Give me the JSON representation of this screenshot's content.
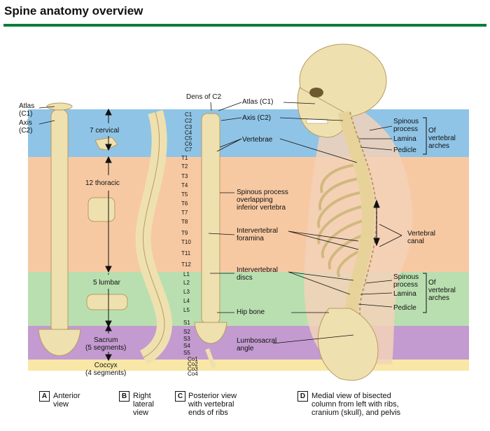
{
  "title": "Spine anatomy overview",
  "colors": {
    "title_rule": "#0a7d3b",
    "cervical_band": "#8fc4e6",
    "thoracic_band": "#f7c9a3",
    "lumbar_band": "#b9dfb0",
    "sacrum_band": "#c39bd0",
    "coccyx_band": "#f8e7a6",
    "bone": "#efe0b0",
    "bone_shadow": "#cdb77a",
    "skin": "#f3d2b8"
  },
  "regions": {
    "cervical": "7 cervical",
    "thoracic": "12 thoracic",
    "lumbar": "5 lumbar",
    "sacrum": "Sacrum\n(5 segments)",
    "coccyx": "Coccyx\n(4 segments)"
  },
  "panel_a": {
    "atlas": "Atlas\n(C1)",
    "axis": "Axis\n(C2)"
  },
  "panel_c": {
    "dens": "Dens of C2",
    "segments": [
      "C1",
      "C2",
      "C3",
      "C4",
      "C5",
      "C6",
      "C7",
      "T1",
      "T2",
      "T3",
      "T4",
      "T5",
      "T6",
      "T7",
      "T8",
      "T9",
      "T10",
      "T11",
      "T12",
      "L1",
      "L2",
      "L3",
      "L4",
      "L5",
      "S1",
      "S2",
      "S3",
      "S4",
      "S5",
      "Co1",
      "Co2",
      "Co3",
      "Co4"
    ]
  },
  "mid_labels": {
    "atlas": "Atlas (C1)",
    "axis": "Axis (C2)",
    "vertebrae": "Vertebrae",
    "spinous_overlap": "Spinous process\noverlapping\ninferior vertebra",
    "iv_foramina": "Intervertebral\nforamina",
    "iv_discs": "Intervertebral\ndiscs",
    "hip_bone": "Hip bone",
    "lumbosacral": "Lumbosacral\nangle"
  },
  "panel_d": {
    "spinous_upper": "Spinous\nprocess",
    "lamina_upper": "Lamina",
    "pedicle_upper": "Pedicle",
    "of_arches_upper": "Of\nvertebral\narches",
    "vertebral_canal": "Vertebral\ncanal",
    "spinous_lower": "Spinous\nprocess",
    "lamina_lower": "Lamina",
    "pedicle_lower": "Pedicle",
    "of_arches_lower": "Of\nvertebral\narches"
  },
  "captions": {
    "a_letter": "A",
    "a_text": "Anterior\nview",
    "b_letter": "B",
    "b_text": "Right\nlateral\nview",
    "c_letter": "C",
    "c_text": "Posterior view\nwith vertebral\nends of ribs",
    "d_letter": "D",
    "d_text": "Medial view of bisected\ncolumn from left with ribs,\ncranium (skull), and pelvis"
  }
}
